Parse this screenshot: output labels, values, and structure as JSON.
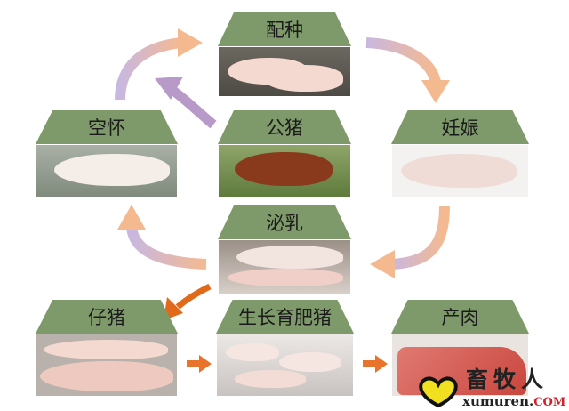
{
  "stages": {
    "breeding": "配种",
    "empty": "空怀",
    "boar": "公猪",
    "pregnancy": "妊娠",
    "lactation": "泌乳",
    "piglet": "仔猪",
    "finishing": "生长育肥猪",
    "meat": "产肉"
  },
  "watermark": {
    "cn": "畜牧人",
    "en": "xumuren.",
    "com": "COM"
  },
  "colors": {
    "roof": "#7f9a6a",
    "arrow": "#f2b98e",
    "arrow_purple": "#b89ac8",
    "arrow_orange": "#e06a1a"
  }
}
